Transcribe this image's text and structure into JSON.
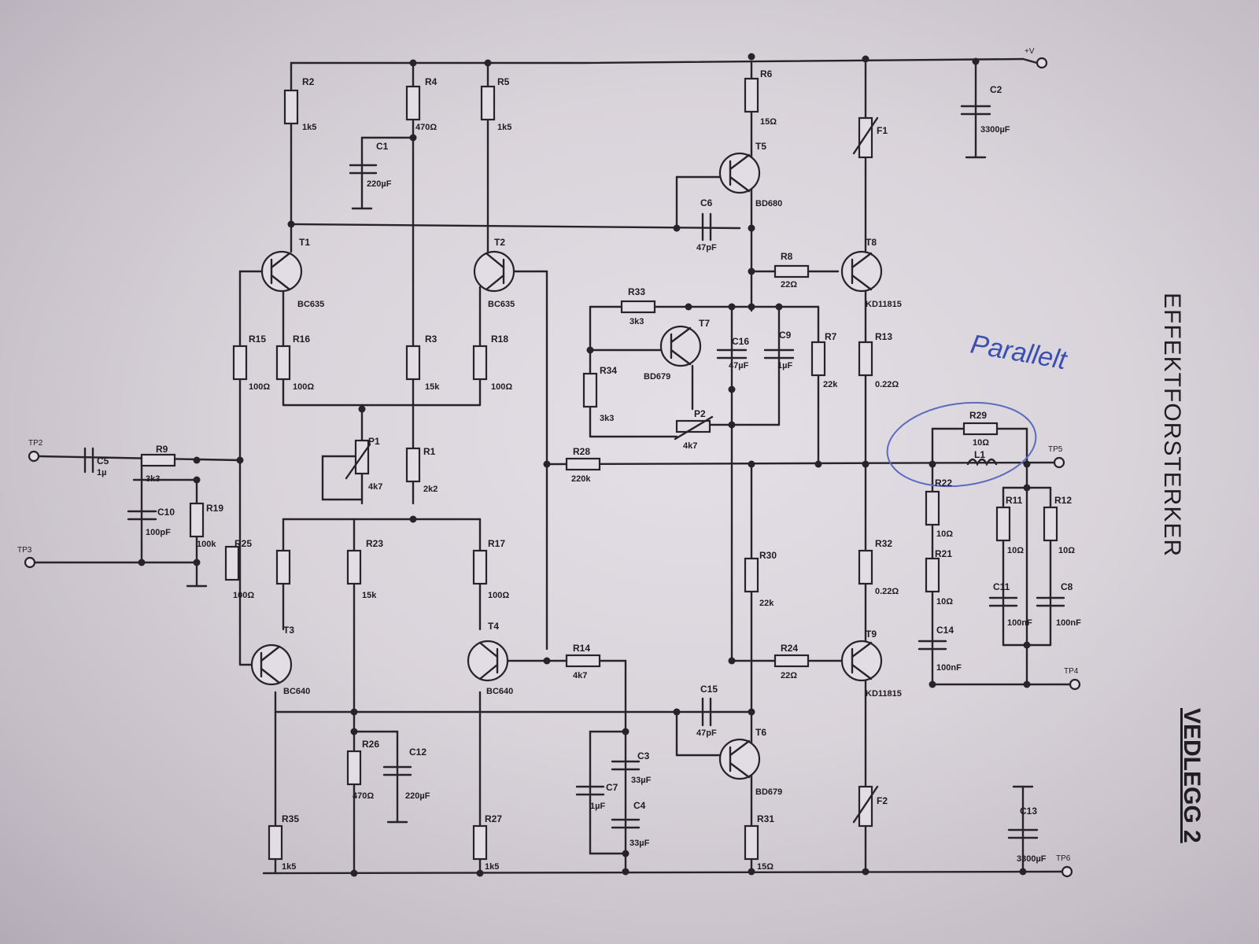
{
  "document": {
    "title": "EFFEKTFORSTERKER",
    "appendix": "VEDLEGG 2",
    "handwritten_note": "Parallelt"
  },
  "test_points": [
    "TP2",
    "TP3",
    "TP5",
    "TP4",
    "TP6",
    "+V"
  ],
  "transistors": [
    {
      "ref": "T1",
      "type": "BC635"
    },
    {
      "ref": "T2",
      "type": "BC635"
    },
    {
      "ref": "T3",
      "type": "BC640"
    },
    {
      "ref": "T4",
      "type": "BC640"
    },
    {
      "ref": "T5",
      "type": "BD680"
    },
    {
      "ref": "T6",
      "type": "BD679"
    },
    {
      "ref": "T7",
      "type": "BD679"
    },
    {
      "ref": "T8",
      "type": "KD11815"
    },
    {
      "ref": "T9",
      "type": "KD11815"
    }
  ],
  "resistors": [
    {
      "ref": "R2",
      "value": "1k5"
    },
    {
      "ref": "R4",
      "value": "470Ω"
    },
    {
      "ref": "R5",
      "value": "1k5"
    },
    {
      "ref": "R6",
      "value": "15Ω"
    },
    {
      "ref": "R16",
      "value": "100Ω"
    },
    {
      "ref": "R15",
      "value": "100Ω"
    },
    {
      "ref": "R3",
      "value": "15k"
    },
    {
      "ref": "R18",
      "value": "100Ω"
    },
    {
      "ref": "R9",
      "value": "3k3"
    },
    {
      "ref": "R19",
      "value": "100k"
    },
    {
      "ref": "R25",
      "value": "100Ω"
    },
    {
      "ref": "R1",
      "value": "2k2"
    },
    {
      "ref": "R28",
      "value": "220k"
    },
    {
      "ref": "R17",
      "value": "100Ω"
    },
    {
      "ref": "R23",
      "value": "15k"
    },
    {
      "ref": "R14",
      "value": "4k7"
    },
    {
      "ref": "R26",
      "value": "470Ω"
    },
    {
      "ref": "R35",
      "value": "1k5"
    },
    {
      "ref": "R27",
      "value": "1k5"
    },
    {
      "ref": "R33",
      "value": "3k3"
    },
    {
      "ref": "R34",
      "value": "3k3"
    },
    {
      "ref": "R7",
      "value": "22k"
    },
    {
      "ref": "R8",
      "value": "22Ω"
    },
    {
      "ref": "R13",
      "value": "0.22Ω"
    },
    {
      "ref": "R32",
      "value": "0.22Ω"
    },
    {
      "ref": "R30",
      "value": "22k"
    },
    {
      "ref": "R24",
      "value": "22Ω"
    },
    {
      "ref": "R31",
      "value": "15Ω"
    },
    {
      "ref": "R29",
      "value": "10Ω"
    },
    {
      "ref": "R22",
      "value": "10Ω"
    },
    {
      "ref": "R21",
      "value": "10Ω"
    },
    {
      "ref": "R11",
      "value": "10Ω"
    },
    {
      "ref": "R12",
      "value": "10Ω"
    }
  ],
  "capacitors": [
    {
      "ref": "C1",
      "value": "220µF"
    },
    {
      "ref": "C2",
      "value": "3300µF"
    },
    {
      "ref": "C6",
      "value": "47pF"
    },
    {
      "ref": "C5",
      "value": "1µ"
    },
    {
      "ref": "C10",
      "value": "100pF"
    },
    {
      "ref": "C16",
      "value": "47µF"
    },
    {
      "ref": "C9",
      "value": "1µF"
    },
    {
      "ref": "C12",
      "value": "220µF"
    },
    {
      "ref": "C3",
      "value": "33µF"
    },
    {
      "ref": "C7",
      "value": "1µF"
    },
    {
      "ref": "C4",
      "value": "33µF"
    },
    {
      "ref": "C15",
      "value": "47pF"
    },
    {
      "ref": "C14",
      "value": "100nF"
    },
    {
      "ref": "C11",
      "value": "100nF"
    },
    {
      "ref": "C8",
      "value": "100nF"
    },
    {
      "ref": "C13",
      "value": "3300µF"
    }
  ],
  "others": [
    {
      "ref": "P1",
      "value": "4k7"
    },
    {
      "ref": "P2",
      "value": "4k7"
    },
    {
      "ref": "L1",
      "value": ""
    },
    {
      "ref": "F1",
      "value": ""
    },
    {
      "ref": "F2",
      "value": ""
    }
  ]
}
